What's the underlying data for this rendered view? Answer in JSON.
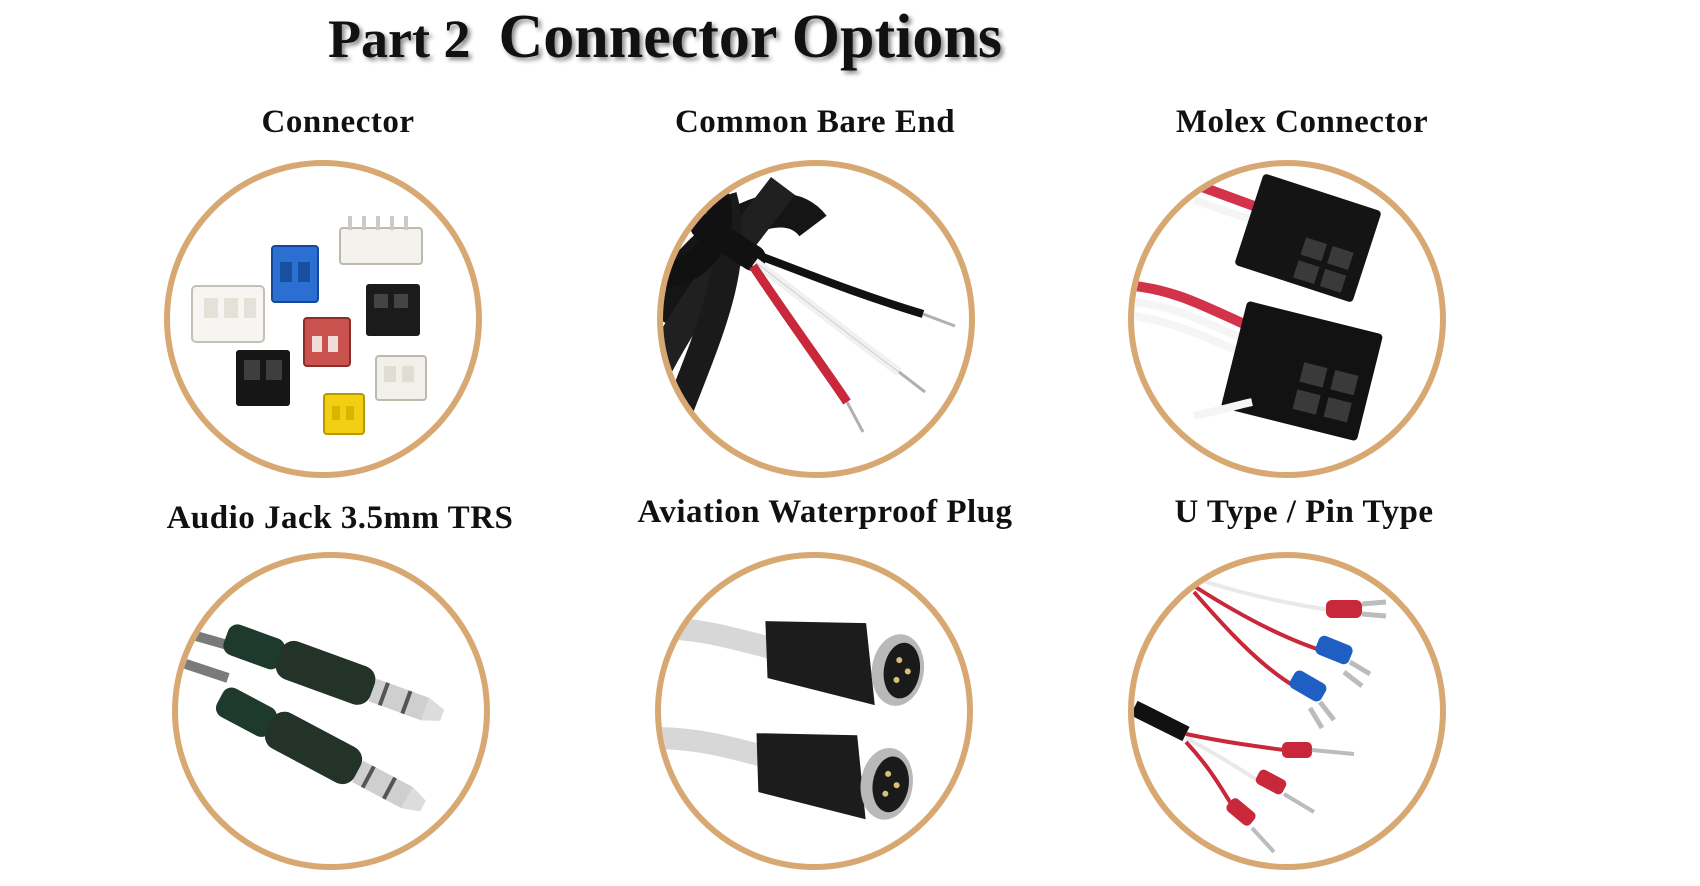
{
  "header": {
    "part": "Part 2",
    "title": "Connector Options"
  },
  "options": [
    {
      "label": "Connector",
      "icon": "connector-housings-icon"
    },
    {
      "label": "Common Bare End",
      "icon": "bare-wire-end-icon"
    },
    {
      "label": "Molex Connector",
      "icon": "molex-connector-icon"
    },
    {
      "label": "Audio Jack 3.5mm TRS",
      "icon": "audio-jack-icon"
    },
    {
      "label": "Aviation Waterproof Plug",
      "icon": "aviation-plug-icon"
    },
    {
      "label": "U Type / Pin Type",
      "icon": "terminal-lugs-icon"
    }
  ],
  "colors": {
    "circle_border": "#d8a872",
    "wire_red": "#c8283a",
    "wire_black": "#1a1a1a",
    "wire_white": "#f2f2f2",
    "lug_blue": "#1f5fc4"
  }
}
